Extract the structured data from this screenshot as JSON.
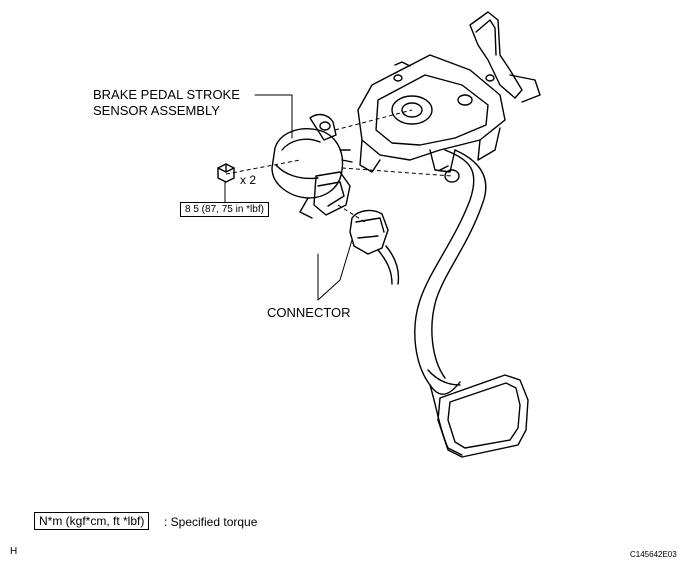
{
  "labels": {
    "sensor_line1": "BRAKE PEDAL STROKE",
    "sensor_line2": "SENSOR ASSEMBLY",
    "bolt_qty": "x 2",
    "torque": "8 5 (87, 75 in *lbf)",
    "connector": "CONNECTOR"
  },
  "legend": {
    "box": "N*m (kgf*cm, ft *lbf)",
    "text": ": Specified torque"
  },
  "footer": {
    "left": "H",
    "right": "C145642E03"
  }
}
